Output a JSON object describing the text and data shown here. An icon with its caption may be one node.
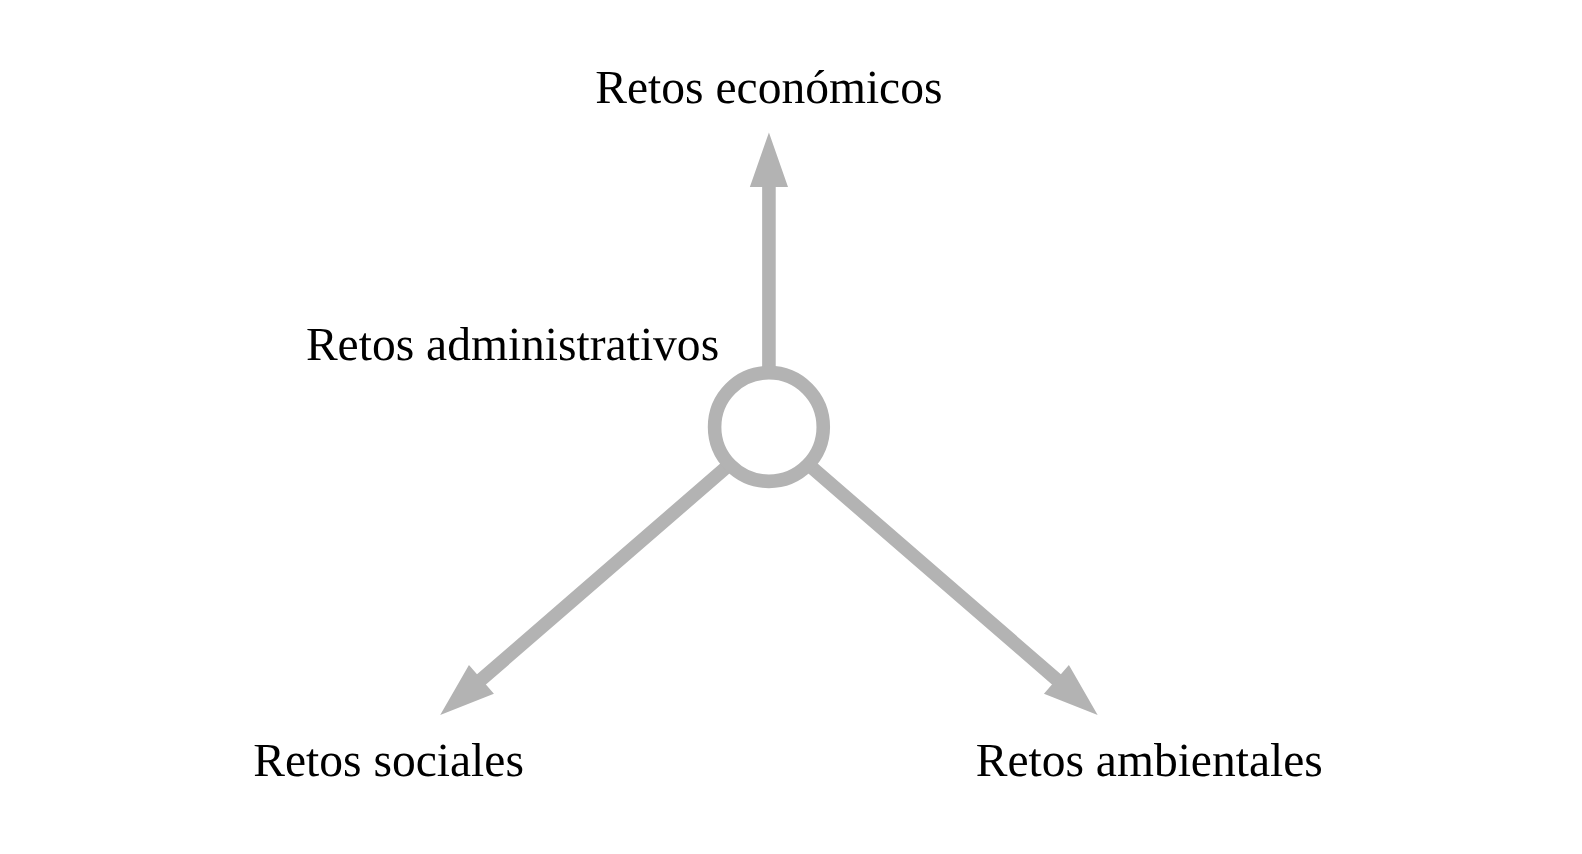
{
  "diagram": {
    "nodes": [
      {
        "text": [],
        "shape": "circle",
        "beside": [
          "Retos administrativos"
        ]
      },
      {
        "text": [
          "Retos económicos"
        ]
      },
      {
        "text": [
          "Retos sociales"
        ]
      },
      {
        "text": [
          "Retos ambientales"
        ]
      }
    ],
    "edges": [
      {
        "from": 0,
        "to": 1,
        "arrow": "to"
      },
      {
        "from": 0,
        "to": 2,
        "arrow": "to"
      },
      {
        "from": 0,
        "to": 3,
        "arrow": "to"
      }
    ]
  }
}
